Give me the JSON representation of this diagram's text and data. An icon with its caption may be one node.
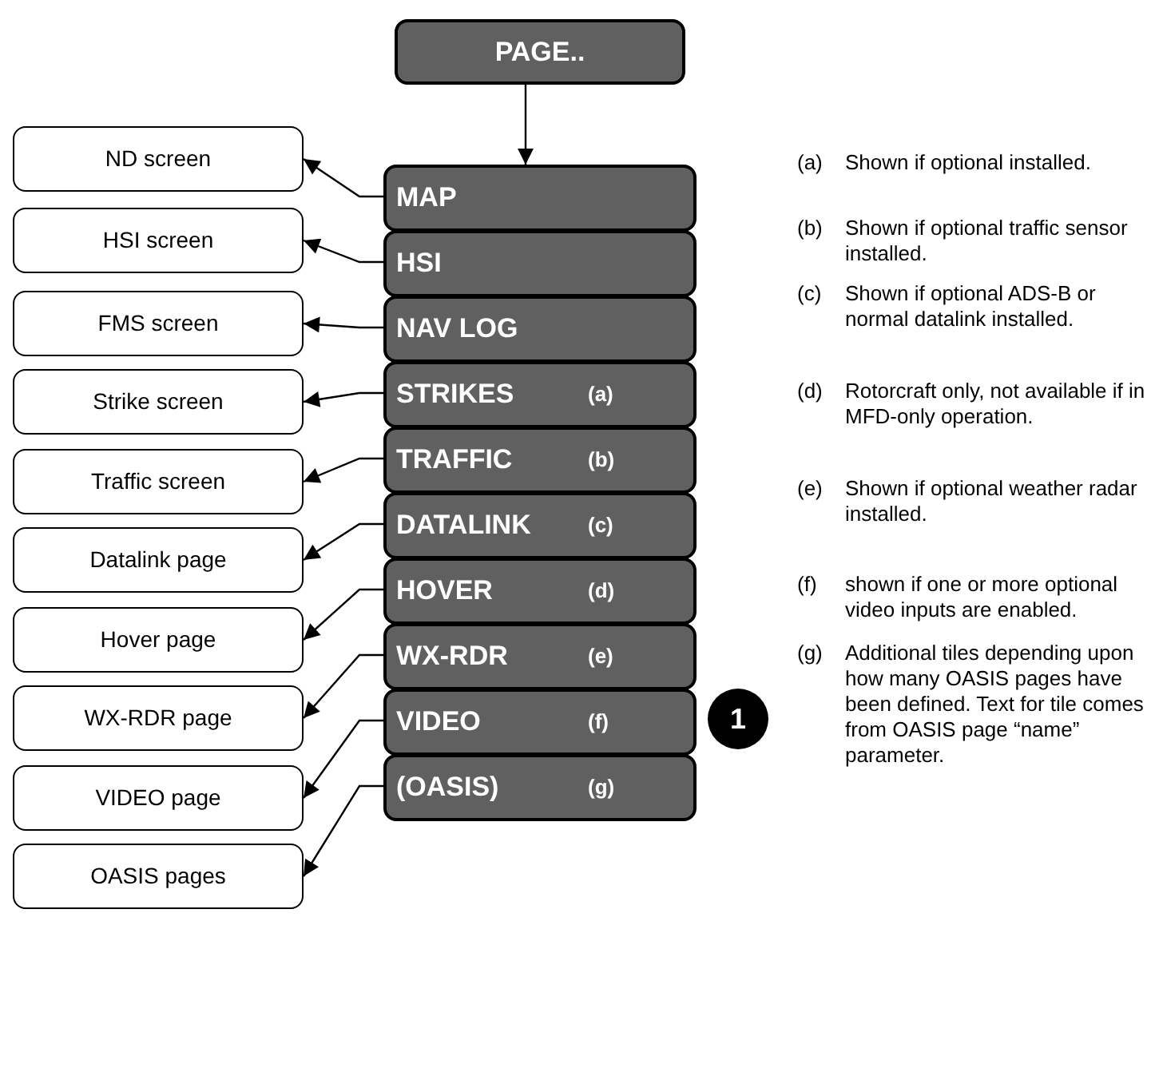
{
  "diagram": {
    "nodes": [
      {
        "text": [
          "PAGE.."
        ]
      },
      {
        "text": [
          "MAP"
        ]
      },
      {
        "text": [
          "HSI"
        ]
      },
      {
        "text": [
          "NAV LOG"
        ]
      },
      {
        "text": [
          "STRIKES",
          "(a)"
        ]
      },
      {
        "text": [
          "TRAFFIC",
          "(b)"
        ]
      },
      {
        "text": [
          "DATALINK",
          "(c)"
        ]
      },
      {
        "text": [
          "HOVER",
          "(d)"
        ]
      },
      {
        "text": [
          "WX-RDR",
          "(e)"
        ]
      },
      {
        "text": [
          "VIDEO",
          "(f)"
        ]
      },
      {
        "text": [
          "(OASIS)",
          "(g)"
        ]
      },
      {
        "text": [
          "ND screen"
        ]
      },
      {
        "text": [
          "HSI screen"
        ]
      },
      {
        "text": [
          "FMS screen"
        ]
      },
      {
        "text": [
          "Strike screen"
        ]
      },
      {
        "text": [
          "Traffic screen"
        ]
      },
      {
        "text": [
          "Datalink page"
        ]
      },
      {
        "text": [
          "Hover page"
        ]
      },
      {
        "text": [
          "WX-RDR page"
        ]
      },
      {
        "text": [
          "VIDEO page"
        ]
      },
      {
        "text": [
          "OASIS pages"
        ]
      }
    ],
    "edges": [
      {
        "from": 0,
        "to": 1,
        "arrow": "to"
      },
      {
        "from": 1,
        "to": 11,
        "arrow": "to"
      },
      {
        "from": 2,
        "to": 12,
        "arrow": "to"
      },
      {
        "from": 3,
        "to": 13,
        "arrow": "to"
      },
      {
        "from": 4,
        "to": 14,
        "arrow": "to"
      },
      {
        "from": 5,
        "to": 15,
        "arrow": "to"
      },
      {
        "from": 6,
        "to": 16,
        "arrow": "to"
      },
      {
        "from": 7,
        "to": 17,
        "arrow": "to"
      },
      {
        "from": 8,
        "to": 18,
        "arrow": "to"
      },
      {
        "from": 9,
        "to": 19,
        "arrow": "to"
      },
      {
        "from": 10,
        "to": 20,
        "arrow": "to"
      }
    ],
    "labels": [
      "1",
      "(a)",
      "Shown if optional installed.",
      "(b)",
      "Shown if optional traffic sensor installed.",
      "(c)",
      "Shown if optional ADS-B or normal datalink installed.",
      "(d)",
      "Rotorcraft only, not available if in MFD-only operation.",
      "(e)",
      "Shown if optional weather radar installed.",
      "(f)",
      "shown if one or more optional video inputs are enabled.",
      "(g)",
      "Additional tiles depending upon how many OASIS pages have been defined.  Text for tile comes from OASIS page “name” parameter."
    ]
  }
}
